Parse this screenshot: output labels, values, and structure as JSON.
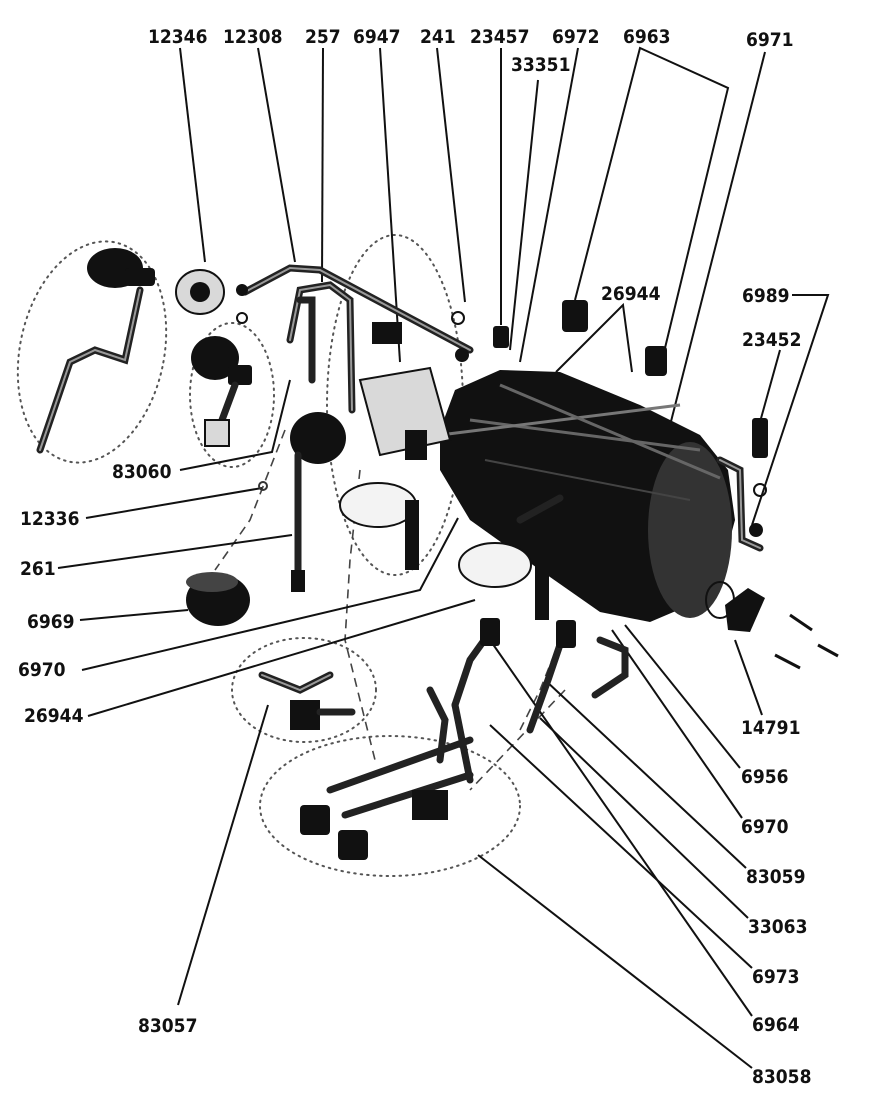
{
  "diagram": {
    "labels": {
      "l12346": "12346",
      "l12308": "12308",
      "l257": "257",
      "l6947": "6947",
      "l241": "241",
      "l23457": "23457",
      "l6972": "6972",
      "l33351": "33351",
      "l6963": "6963",
      "l6971": "6971",
      "l26944a": "26944",
      "l6989": "6989",
      "l23452": "23452",
      "l83060": "83060",
      "l12336": "12336",
      "l261": "261",
      "l6969": "6969",
      "l6970a": "6970",
      "l26944b": "26944",
      "l14791": "14791",
      "l6956": "6956",
      "l6970b": "6970",
      "l83059": "83059",
      "l33063": "33063",
      "l6973": "6973",
      "l6964": "6964",
      "l83057": "83057",
      "l83058": "83058"
    }
  }
}
